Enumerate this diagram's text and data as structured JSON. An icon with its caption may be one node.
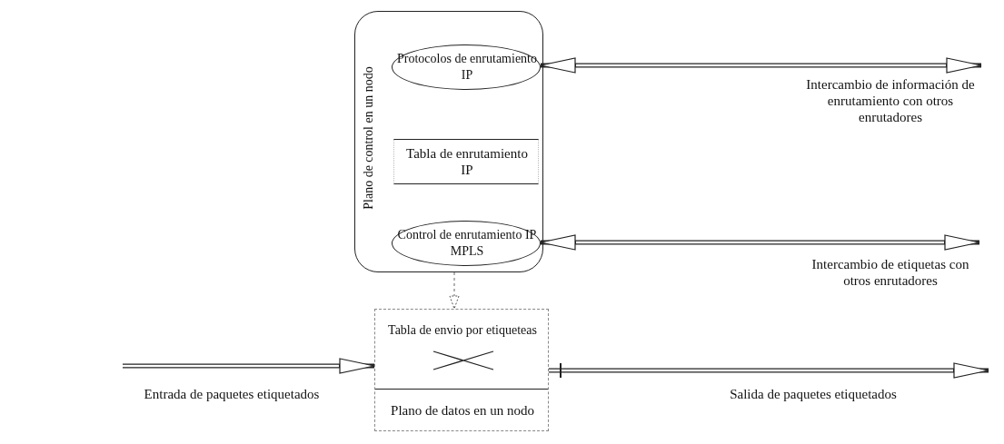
{
  "diagram": {
    "nodes": [
      {
        "text": [
          "Plano de control en un nodo"
        ]
      },
      {
        "text": [
          "Protocolos de enrutamiento IP"
        ],
        "in": 0
      },
      {
        "text": [
          "Tabla de enrutamiento IP"
        ],
        "in": 0
      },
      {
        "text": [
          "Control de enrutamiento IP MPLS"
        ],
        "in": 0
      },
      {
        "text": [
          "Tabla de envio por etiqueteas",
          "Plano de datos en un nodo"
        ]
      }
    ],
    "edges": [
      {
        "from": 1,
        "to": null,
        "arrow": "both",
        "label": "Intercambio de información de enrutamiento con otros enrutadores"
      },
      {
        "from": 3,
        "to": null,
        "arrow": "both",
        "label": "Intercambio de etiquetas con otros enrutadores"
      },
      {
        "from": 0,
        "to": 4,
        "arrow": "to",
        "style": "dashed"
      },
      {
        "from": null,
        "to": 4,
        "arrow": "to",
        "label": "Entrada de paquetes etiquetados"
      },
      {
        "from": 4,
        "to": null,
        "arrow": "to",
        "label": "Salida de paquetes etiquetados"
      }
    ]
  }
}
